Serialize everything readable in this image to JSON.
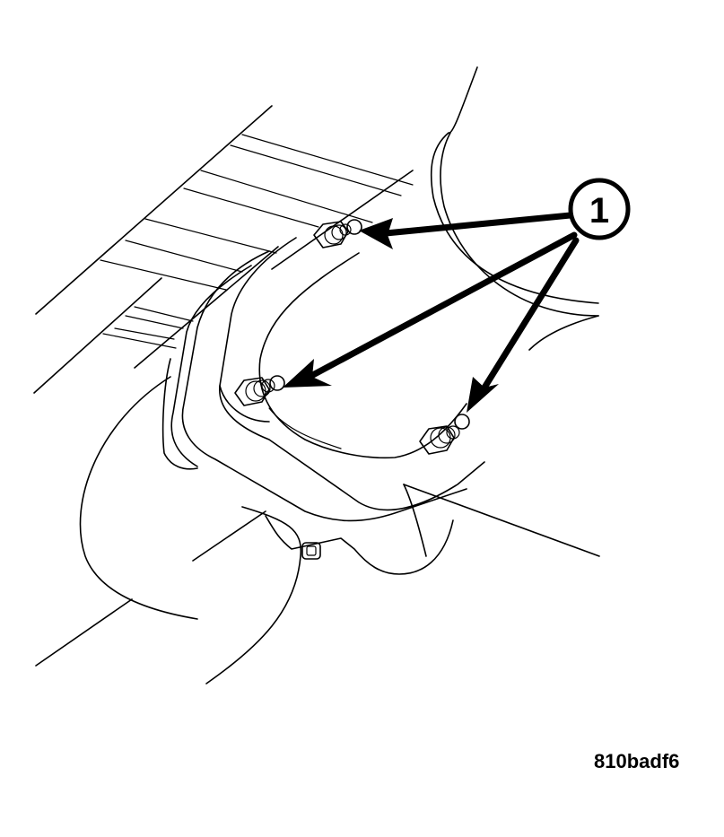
{
  "figure": {
    "type": "service-manual line illustration",
    "subject": "exhaust flange with three studs",
    "id_label": "810badf6",
    "colors": {
      "line": "#000000",
      "background": "#ffffff"
    }
  },
  "callouts": [
    {
      "number": "1",
      "targets": [
        "upper-stud",
        "left-stud",
        "lower-right-stud"
      ]
    }
  ]
}
